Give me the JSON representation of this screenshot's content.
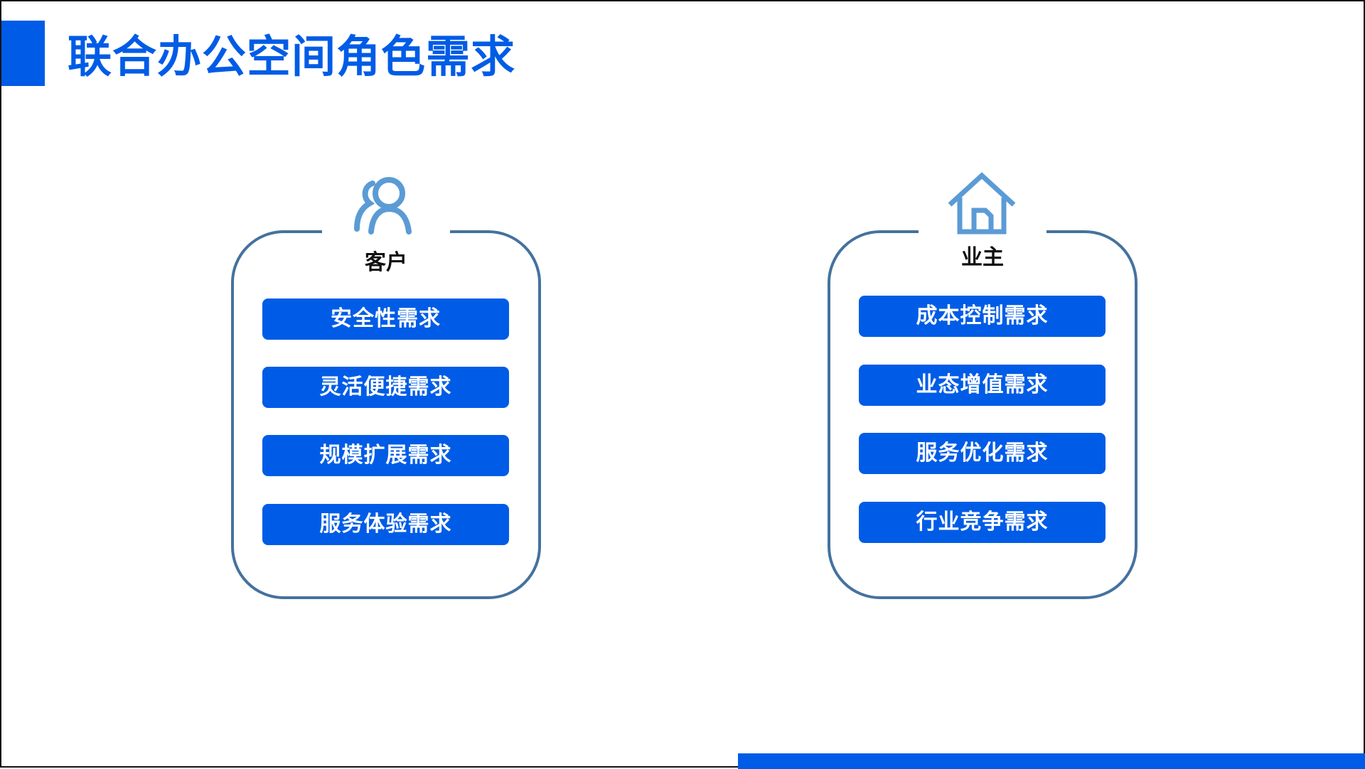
{
  "title": "联合办公空间角色需求",
  "colors": {
    "accent": "#005ce6",
    "card_border": "#44729e",
    "icon": "#5b9bd5"
  },
  "customer": {
    "icon": "users-icon",
    "label": "客户",
    "items": [
      "安全性需求",
      "灵活便捷需求",
      "规模扩展需求",
      "服务体验需求"
    ]
  },
  "owner": {
    "icon": "house-icon",
    "label": "业主",
    "items": [
      "成本控制需求",
      "业态增值需求",
      "服务优化需求",
      "行业竞争需求"
    ]
  }
}
